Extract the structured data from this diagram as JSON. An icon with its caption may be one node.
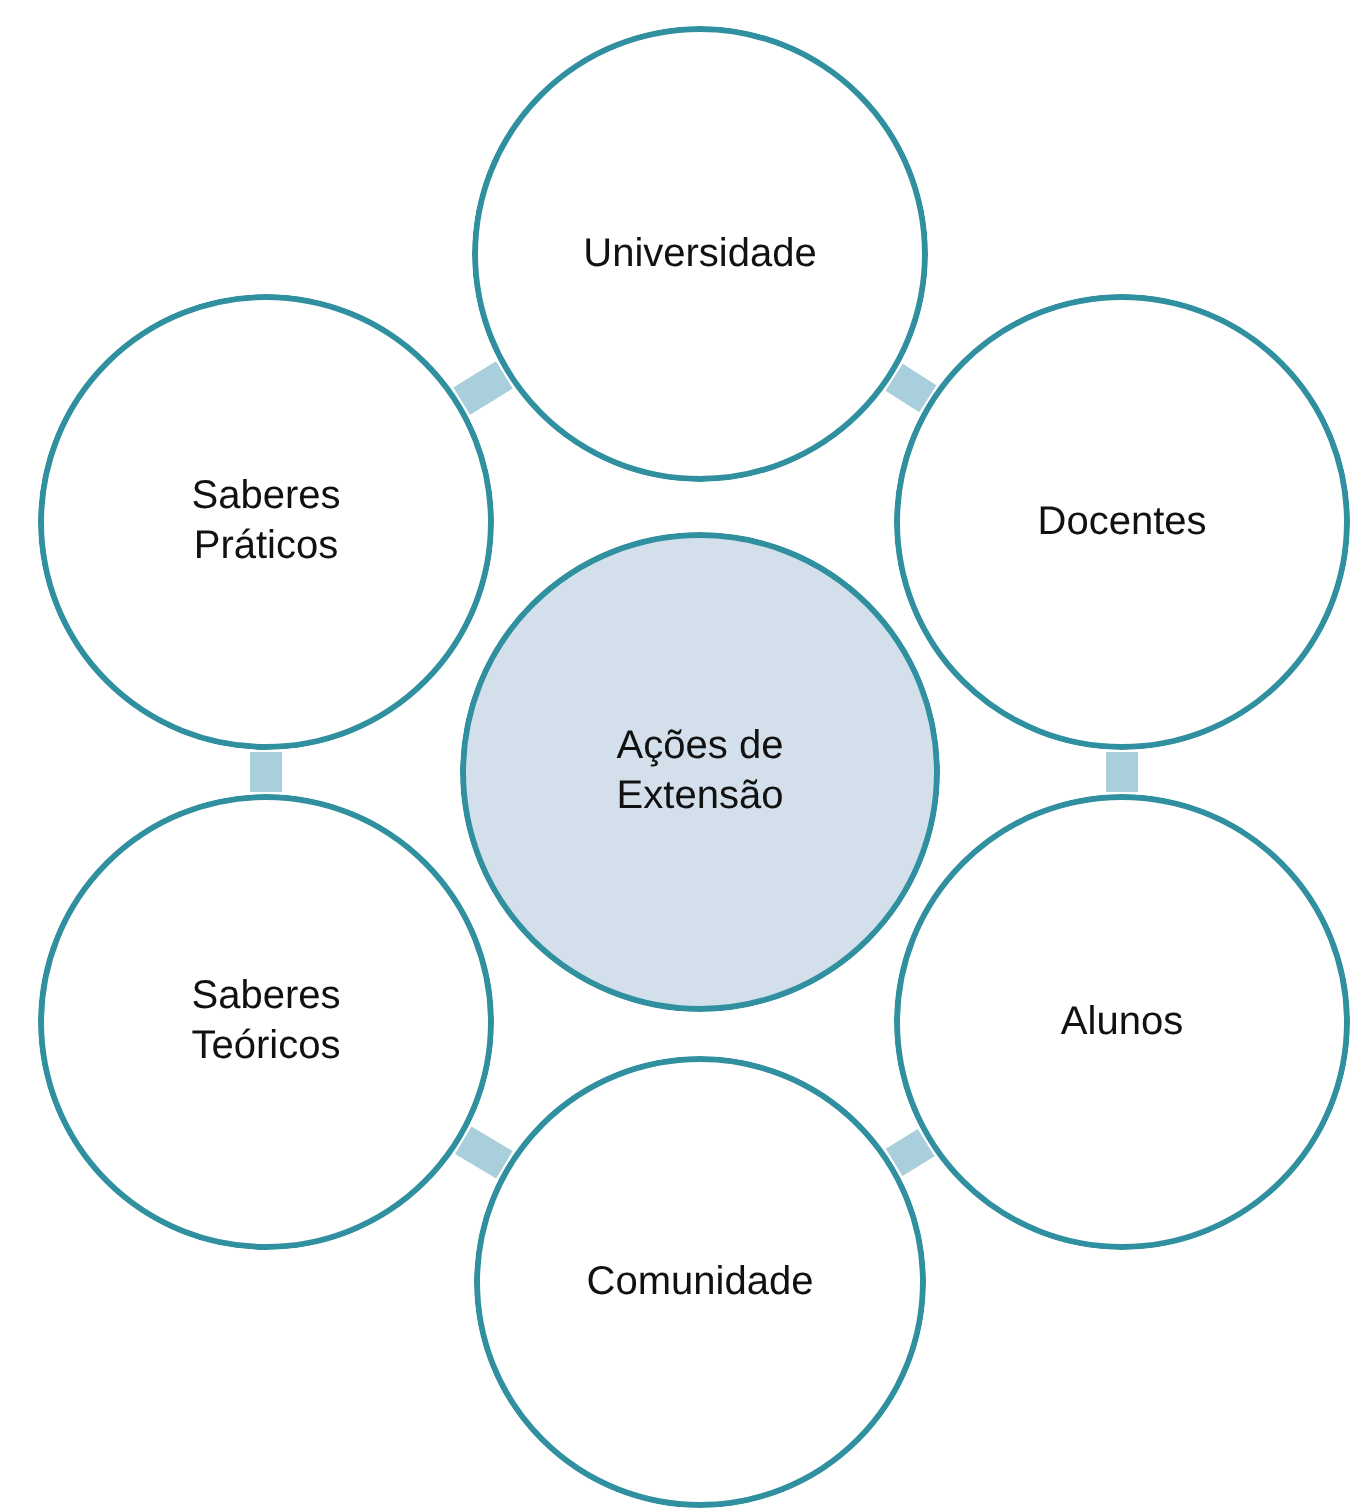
{
  "diagram": {
    "nodes": [
      {
        "text": [
          "Universidade"
        ]
      },
      {
        "text": [
          "Saberes Práticos"
        ]
      },
      {
        "text": [
          "Docentes"
        ]
      },
      {
        "text": [
          "Ações de Extensão"
        ]
      },
      {
        "text": [
          "Saberes Teóricos"
        ]
      },
      {
        "text": [
          "Alunos"
        ]
      },
      {
        "text": [
          "Comunidade"
        ]
      }
    ],
    "edges": [
      {
        "from": 0,
        "to": 2,
        "arrow": "none"
      },
      {
        "from": 2,
        "to": 5,
        "arrow": "none"
      },
      {
        "from": 5,
        "to": 6,
        "arrow": "none"
      },
      {
        "from": 6,
        "to": 4,
        "arrow": "none"
      },
      {
        "from": 4,
        "to": 1,
        "arrow": "none"
      },
      {
        "from": 1,
        "to": 0,
        "arrow": "none"
      }
    ]
  }
}
